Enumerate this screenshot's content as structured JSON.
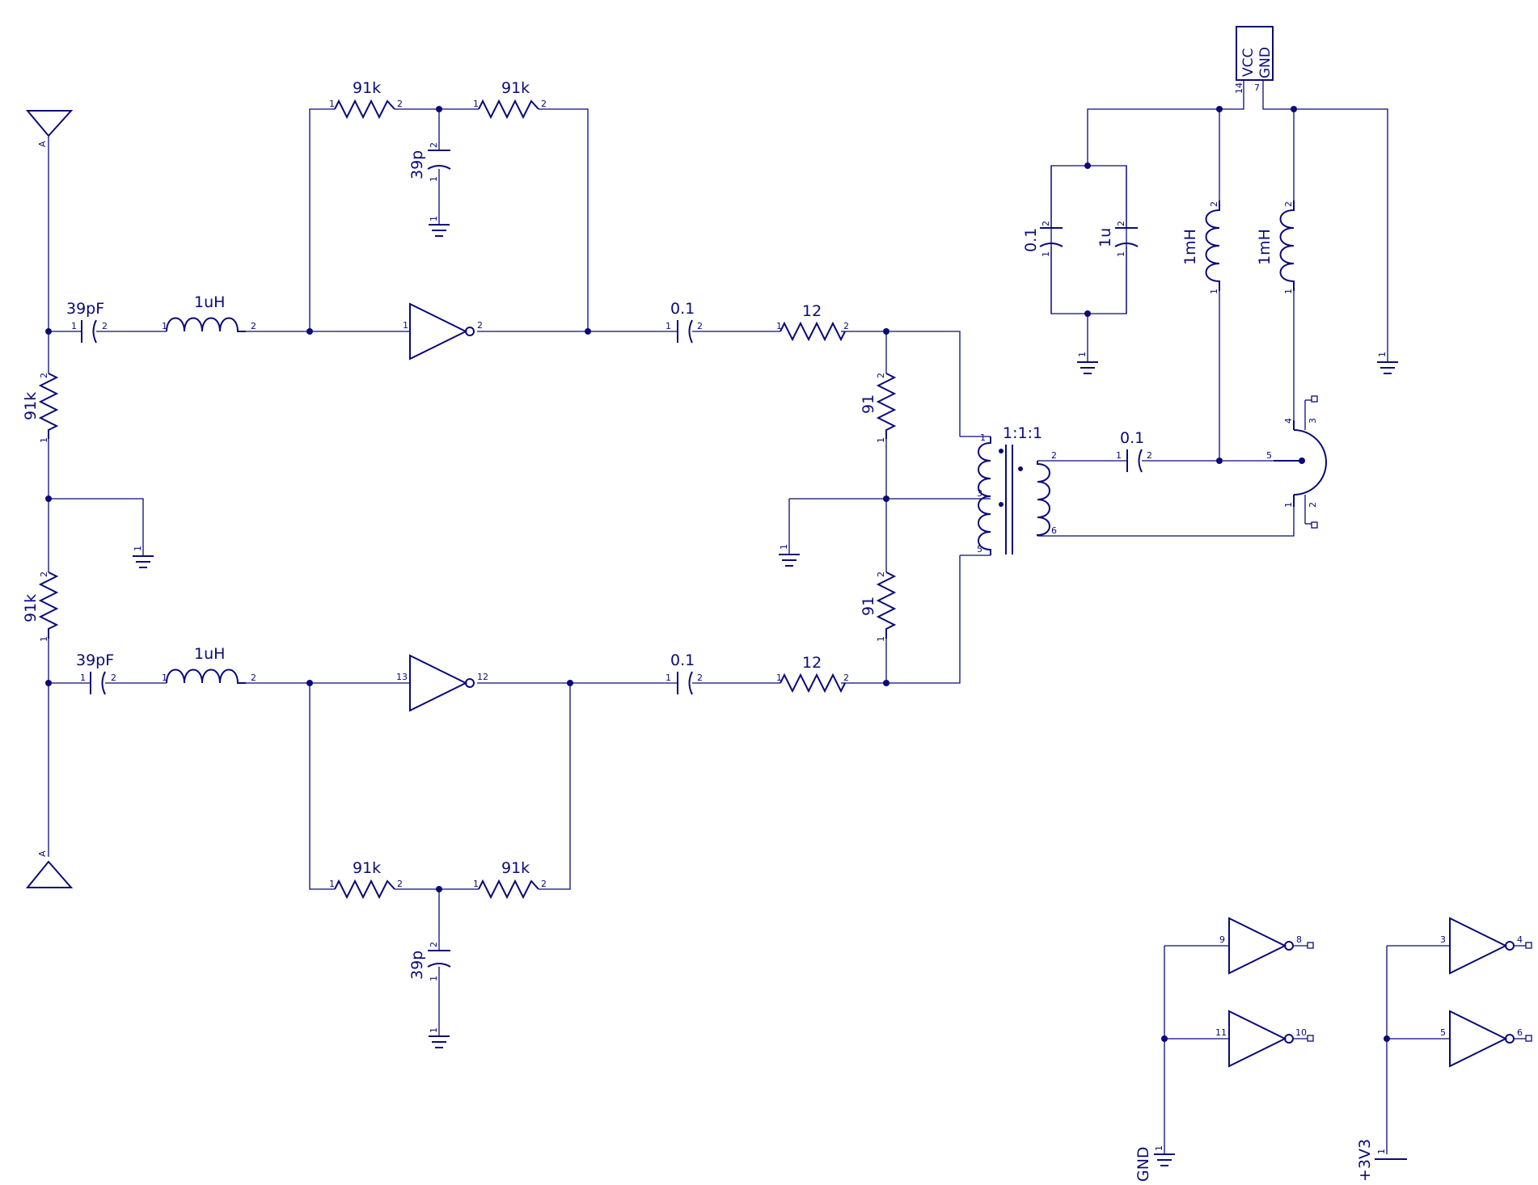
{
  "schematic": {
    "colors": {
      "ink": "#0a0a78",
      "background": "#ffffff"
    },
    "antennas": [
      {
        "pin": "A"
      },
      {
        "pin": "A"
      }
    ],
    "resistors": [
      {
        "value": "91k",
        "pins": [
          "1",
          "2"
        ]
      },
      {
        "value": "91k",
        "pins": [
          "1",
          "2"
        ]
      },
      {
        "value": "91k",
        "pins": [
          "1",
          "2"
        ]
      },
      {
        "value": "91k",
        "pins": [
          "1",
          "2"
        ]
      },
      {
        "value": "91k",
        "pins": [
          "1",
          "2"
        ]
      },
      {
        "value": "91k",
        "pins": [
          "1",
          "2"
        ]
      },
      {
        "value": "12",
        "pins": [
          "1",
          "2"
        ]
      },
      {
        "value": "12",
        "pins": [
          "1",
          "2"
        ]
      },
      {
        "value": "91",
        "pins": [
          "1",
          "2"
        ]
      },
      {
        "value": "91",
        "pins": [
          "1",
          "2"
        ]
      }
    ],
    "capacitors": [
      {
        "value": "39pF",
        "pins": [
          "1",
          "2"
        ]
      },
      {
        "value": "39pF",
        "pins": [
          "1",
          "2"
        ]
      },
      {
        "value": "39p",
        "pins": [
          "1",
          "2"
        ]
      },
      {
        "value": "39p",
        "pins": [
          "1",
          "2"
        ]
      },
      {
        "value": "0.1",
        "pins": [
          "1",
          "2"
        ]
      },
      {
        "value": "0.1",
        "pins": [
          "1",
          "2"
        ]
      },
      {
        "value": "0.1",
        "pins": [
          "1",
          "2"
        ]
      },
      {
        "value": "0.1",
        "pins": [
          "1",
          "2"
        ]
      },
      {
        "value": "1u",
        "pins": [
          "1",
          "2"
        ]
      }
    ],
    "inductors": [
      {
        "value": "1uH",
        "pins": [
          "1",
          "2"
        ]
      },
      {
        "value": "1uH",
        "pins": [
          "1",
          "2"
        ]
      },
      {
        "value": "1mH",
        "pins": [
          "1",
          "2"
        ]
      },
      {
        "value": "1mH",
        "pins": [
          "1",
          "2"
        ]
      }
    ],
    "inverters": [
      {
        "in": "1",
        "out": "2"
      },
      {
        "in": "13",
        "out": "12"
      },
      {
        "in": "9",
        "out": "8"
      },
      {
        "in": "11",
        "out": "10"
      },
      {
        "in": "3",
        "out": "4"
      },
      {
        "in": "5",
        "out": "6"
      }
    ],
    "transformer": {
      "ratio": "1:1:1",
      "pins": [
        "1",
        "3",
        "5",
        "2",
        "6"
      ]
    },
    "connector": {
      "pins": [
        "5",
        "4",
        "3",
        "1",
        "2"
      ]
    },
    "power_block": {
      "vcc": "VCC",
      "gnd": "GND",
      "vcc_pin": "14",
      "gnd_pin": "7"
    },
    "power_symbols": {
      "gnd_label": "GND",
      "vdd_label": "+3V3",
      "pin": "1"
    }
  }
}
